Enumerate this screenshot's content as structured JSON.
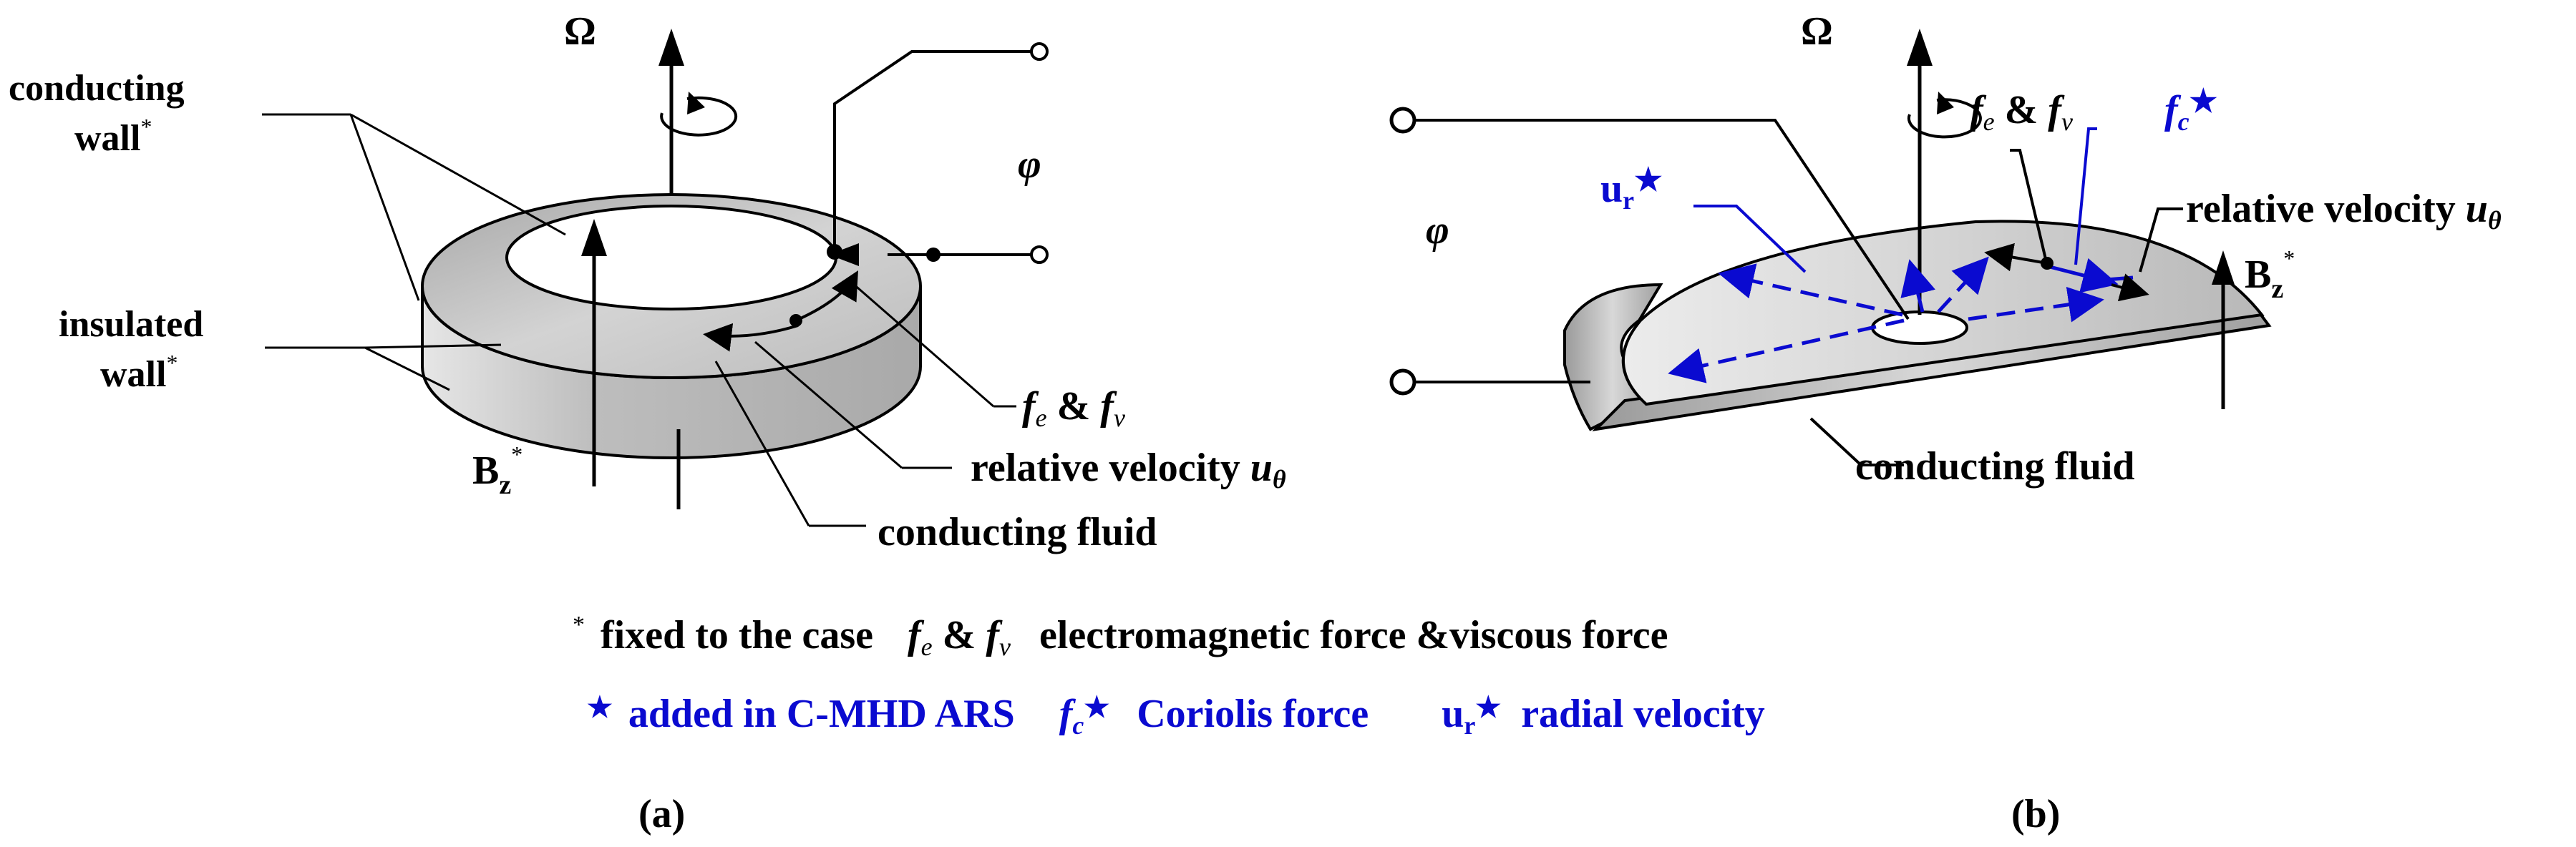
{
  "panel_a": {
    "omega": "Ω",
    "phi": "φ",
    "conducting_wall_1": "conducting",
    "conducting_wall_2": "wall",
    "asterisk": "*",
    "insulated_wall_1": "insulated",
    "insulated_wall_2": "wall",
    "b_main": "B",
    "b_sub": "z",
    "fe_f": "f",
    "fe_sub": "e",
    "amp": " & ",
    "fv_f": "f",
    "fv_sub": "v",
    "relative_velocity": "relative velocity",
    "u": "u",
    "u_sub": "θ",
    "conducting_fluid": "conducting fluid",
    "caption": "(a)"
  },
  "panel_b": {
    "omega": "Ω",
    "phi": "φ",
    "fe_f": "f",
    "fe_sub": "e",
    "amp": " & ",
    "fv_f": "f",
    "fv_sub": "v",
    "fc_f": "f",
    "fc_sub": "c",
    "star": "★",
    "ur_u": "u",
    "ur_sub": "r",
    "relative_velocity": "relative velocity",
    "u": "u",
    "u_sub": "θ",
    "b_main": "B",
    "b_sub": "z",
    "asterisk": "*",
    "conducting_fluid": "conducting fluid",
    "caption": "(b)"
  },
  "legend": {
    "line1_asterisk": "*",
    "line1_fixed": "fixed to the case",
    "line1_f": "f",
    "line1_e": "e",
    "line1_amp": " & ",
    "line1_f2": "f",
    "line1_v": "v",
    "line1_desc": "electromagnetic force &viscous force",
    "line2_star": "★",
    "line2_added": "added in C-MHD ARS",
    "line2_f": "f",
    "line2_c": "c",
    "line2_star2": "★",
    "line2_coriolis": "Coriolis force",
    "line2_u": "u",
    "line2_r": "r",
    "line2_star3": "★",
    "line2_radial": "radial velocity"
  },
  "colors": {
    "blue": "#0a0ad0",
    "gray_surface": "#cfcfcf"
  }
}
